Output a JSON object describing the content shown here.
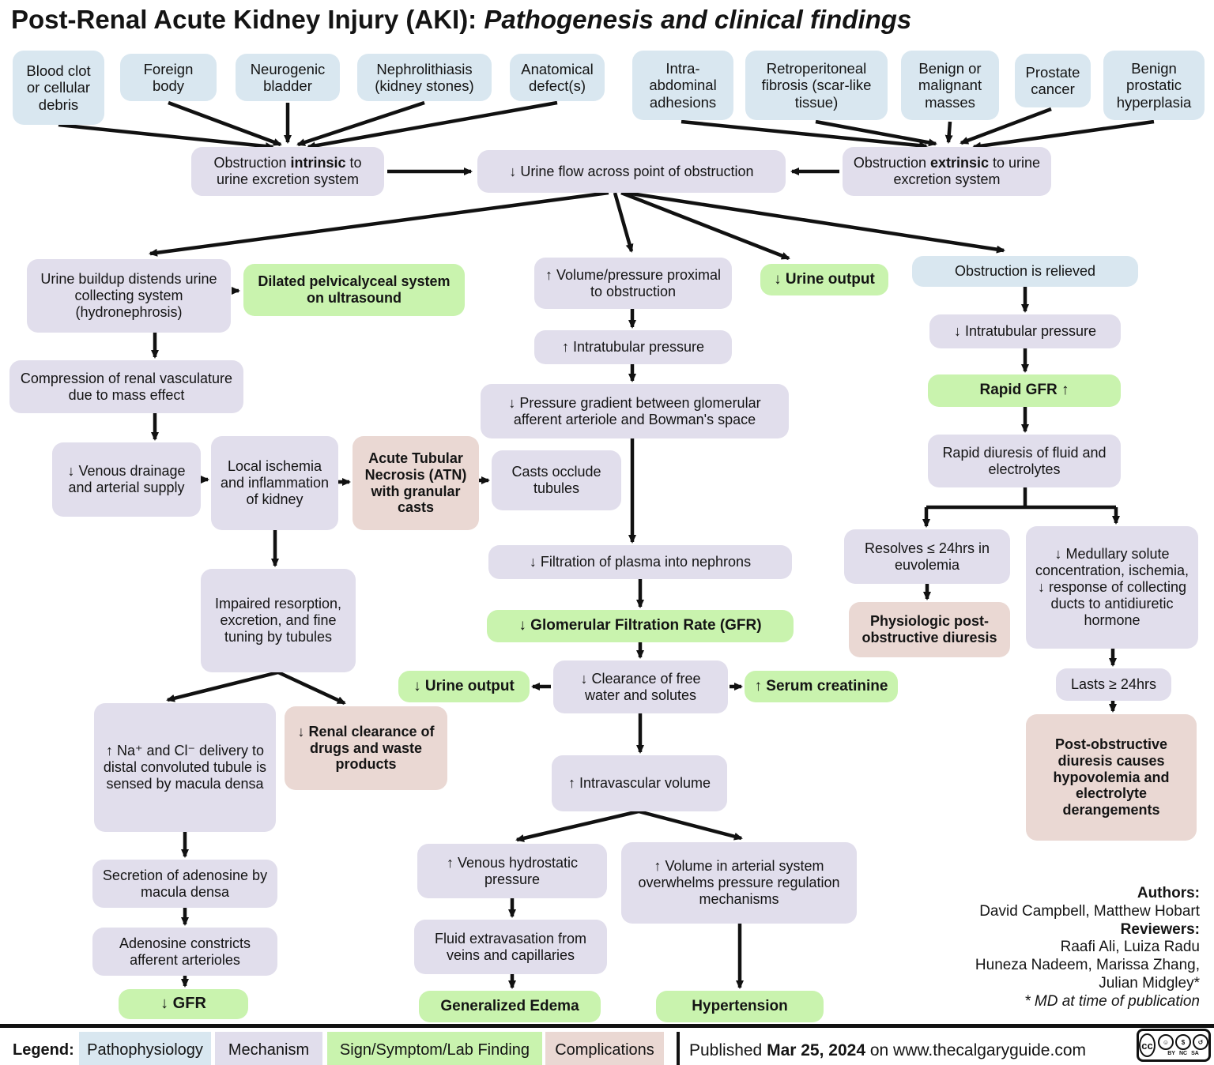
{
  "title": {
    "main": "Post-Renal Acute Kidney Injury (AKI): ",
    "italic": "Pathogenesis and clinical findings"
  },
  "causes": [
    "Blood clot or cellular debris",
    "Foreign body",
    "Neurogenic bladder",
    "Nephrolithiasis (kidney stones)",
    "Anatomical defect(s)",
    "Intra-abdominal adhesions",
    "Retroperitoneal fibrosis (scar-like tissue)",
    "Benign or malignant masses",
    "Prostate cancer",
    "Benign prostatic hyperplasia"
  ],
  "nodes": {
    "intrinsic": {
      "pre": "Obstruction ",
      "em": "intrinsic",
      "post": " to urine excretion system"
    },
    "extrinsic": {
      "pre": "Obstruction ",
      "em": "extrinsic",
      "post": " to urine excretion system"
    },
    "flow": "↓ Urine flow across point of obstruction",
    "urine_buildup": "Urine buildup distends urine collecting system (hydronephrosis)",
    "dilated": "Dilated pelvicalyceal system on ultrasound",
    "compression": "Compression of renal vasculature due to mass effect",
    "venous": "↓ Venous drainage and arterial supply",
    "local_ischemia": "Local ischemia and inflammation of kidney",
    "atn": "Acute Tubular Necrosis (ATN) with granular casts",
    "casts": "Casts occlude tubules",
    "impaired": "Impaired resorption, excretion, and fine tuning by tubules",
    "na_delivery": "↑ Na⁺ and Cl⁻ delivery to distal convoluted tubule is sensed by macula densa",
    "renal_clearance": "↓ Renal clearance of drugs and waste products",
    "secretion": "Secretion of adenosine by macula densa",
    "adenosine": "Adenosine constricts afferent arterioles",
    "gfr_down": "↓ GFR",
    "volume_pressure": "↑ Volume/pressure proximal to obstruction",
    "intratubular_up": "↑ Intratubular pressure",
    "pressure_gradient": "↓ Pressure gradient between glomerular afferent arteriole and Bowman's space",
    "filtration": "↓ Filtration of plasma into nephrons",
    "gfr_glomerular": "↓ Glomerular Filtration Rate (GFR)",
    "clearance": "↓ Clearance of free water and solutes",
    "urine_output_top": "↓ Urine output",
    "urine_output_mid": "↓ Urine output",
    "serum_creatinine": "↑ Serum creatinine",
    "intravascular": "↑ Intravascular volume",
    "venous_hydro": "↑ Venous hydrostatic pressure",
    "arterial_volume": "↑ Volume in arterial system overwhelms pressure regulation mechanisms",
    "fluid_extravasation": "Fluid extravasation from veins and capillaries",
    "generalized_edema": "Generalized Edema",
    "hypertension": "Hypertension",
    "obstruction_relieved": "Obstruction is relieved",
    "intratubular_down": "↓ Intratubular pressure",
    "rapid_gfr": "Rapid GFR ↑",
    "rapid_diuresis": "Rapid diuresis of fluid and electrolytes",
    "resolves": "Resolves ≤ 24hrs in euvolemia",
    "physiologic": "Physiologic post-obstructive diuresis",
    "medullary": "↓ Medullary solute concentration, ischemia, ↓ response of collecting ducts to antidiuretic hormone",
    "lasts": "Lasts ≥ 24hrs",
    "post_obstructive": "Post-obstructive diuresis causes hypovolemia and electrolyte derangements"
  },
  "credits": {
    "authors_label": "Authors:",
    "authors": "David Campbell, Matthew Hobart",
    "reviewers_label": "Reviewers:",
    "reviewers": [
      "Raafi Ali, Luiza Radu",
      "Huneza Nadeem, Marissa Zhang,",
      "Julian Midgley*"
    ],
    "note": "* MD at time of publication"
  },
  "legend": {
    "title": "Legend:",
    "items": [
      {
        "label": "Pathophysiology",
        "color": "#d9e7f0"
      },
      {
        "label": "Mechanism",
        "color": "#e1deec"
      },
      {
        "label": "Sign/Symptom/Lab Finding",
        "color": "#c9f3ae"
      },
      {
        "label": "Complications",
        "color": "#ead8d3"
      }
    ]
  },
  "footer": {
    "published_prefix": "Published ",
    "published_date": "Mar 25, 2024",
    "published_suffix": " on www.thecalgaryguide.com"
  },
  "license": {
    "cc": "cc",
    "by": "BY",
    "nc": "NC",
    "sa": "SA"
  },
  "colors": {
    "pathophysiology": "#d9e7f0",
    "mechanism": "#e1deec",
    "finding": "#c9f3ae",
    "complication": "#ead8d3",
    "arrow": "#111111",
    "background": "#ffffff"
  }
}
